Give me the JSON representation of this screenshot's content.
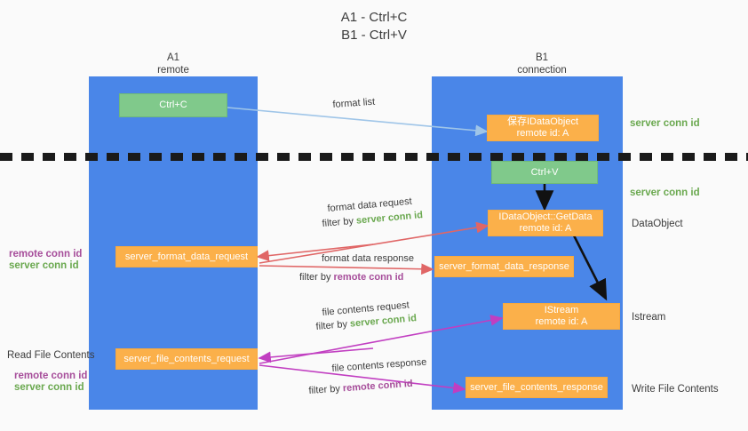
{
  "title": {
    "line1": "A1 - Ctrl+C",
    "line2": "B1 - Ctrl+V"
  },
  "colors": {
    "lane": "#4a86e8",
    "green_box": "#80c98b",
    "orange_box": "#fbb04a",
    "server_conn_id": "#6aa84f",
    "remote_conn_id": "#a64d9a",
    "background": "#fafafa",
    "text": "#3c3c3c",
    "arrow_blue": "#9fc5e8",
    "arrow_red": "#e06666",
    "arrow_magenta": "#c13ec1",
    "arrow_black": "#000000"
  },
  "columns": [
    {
      "name": "A1",
      "role": "remote"
    },
    {
      "name": "B1",
      "role": "connection"
    }
  ],
  "nodes": [
    {
      "id": "ctrl-c",
      "column": "A1",
      "kind": "green",
      "line1": "Ctrl+C",
      "line2": ""
    },
    {
      "id": "save-idataobject",
      "column": "B1",
      "kind": "orange",
      "line1": "保存IDataObject",
      "line2": "remote id: A"
    },
    {
      "id": "ctrl-v",
      "column": "B1",
      "kind": "green",
      "line1": "Ctrl+V",
      "line2": ""
    },
    {
      "id": "idataobject-getdata",
      "column": "B1",
      "kind": "orange",
      "line1": "IDataObject::GetData",
      "line2": "remote id: A"
    },
    {
      "id": "server-format-data-request",
      "column": "A1",
      "kind": "orange",
      "line1": "server_format_data_request",
      "line2": ""
    },
    {
      "id": "server-format-data-response",
      "column": "B1",
      "kind": "orange",
      "line1": "server_format_data_response",
      "line2": ""
    },
    {
      "id": "istream",
      "column": "B1",
      "kind": "orange",
      "line1": "IStream",
      "line2": "remote id: A"
    },
    {
      "id": "server-file-contents-request",
      "column": "A1",
      "kind": "orange",
      "line1": "server_file_contents_request",
      "line2": ""
    },
    {
      "id": "server-file-contents-response",
      "column": "B1",
      "kind": "orange",
      "line1": "server_file_contents_response",
      "line2": ""
    }
  ],
  "edge_labels": {
    "format_list": "format list",
    "format_data_request": "format data request",
    "format_data_request_filter_prefix": "filter by ",
    "format_data_request_filter_value": "server conn id",
    "format_data_response": "format data response",
    "format_data_response_filter_prefix": "filter by ",
    "format_data_response_filter_value": "remote conn id",
    "file_contents_request": "file contents request",
    "file_contents_request_filter_prefix": "filter by ",
    "file_contents_request_filter_value": "server conn id",
    "file_contents_response": "file contents response",
    "file_contents_response_filter_prefix": "filter by ",
    "file_contents_response_filter_value": "remote conn id"
  },
  "right_annotations": [
    {
      "id": "server-conn-id-top",
      "text": "server conn id",
      "style": "green"
    },
    {
      "id": "server-conn-id-second",
      "text": "server conn id",
      "style": "green"
    },
    {
      "id": "dataobject",
      "text": "DataObject",
      "style": "plain"
    },
    {
      "id": "istream-label",
      "text": "Istream",
      "style": "plain"
    },
    {
      "id": "write-file-contents",
      "text": "Write File Contents",
      "style": "plain"
    }
  ],
  "left_annotations": [
    {
      "id": "format-remote-conn-id",
      "text": "remote conn id",
      "style": "purple"
    },
    {
      "id": "format-server-conn-id",
      "text": "server conn id",
      "style": "green"
    },
    {
      "id": "read-file-contents",
      "text": "Read File Contents",
      "style": "plain"
    },
    {
      "id": "file-remote-conn-id",
      "text": "remote conn id",
      "style": "purple"
    },
    {
      "id": "file-server-conn-id",
      "text": "server conn id",
      "style": "green"
    }
  ]
}
